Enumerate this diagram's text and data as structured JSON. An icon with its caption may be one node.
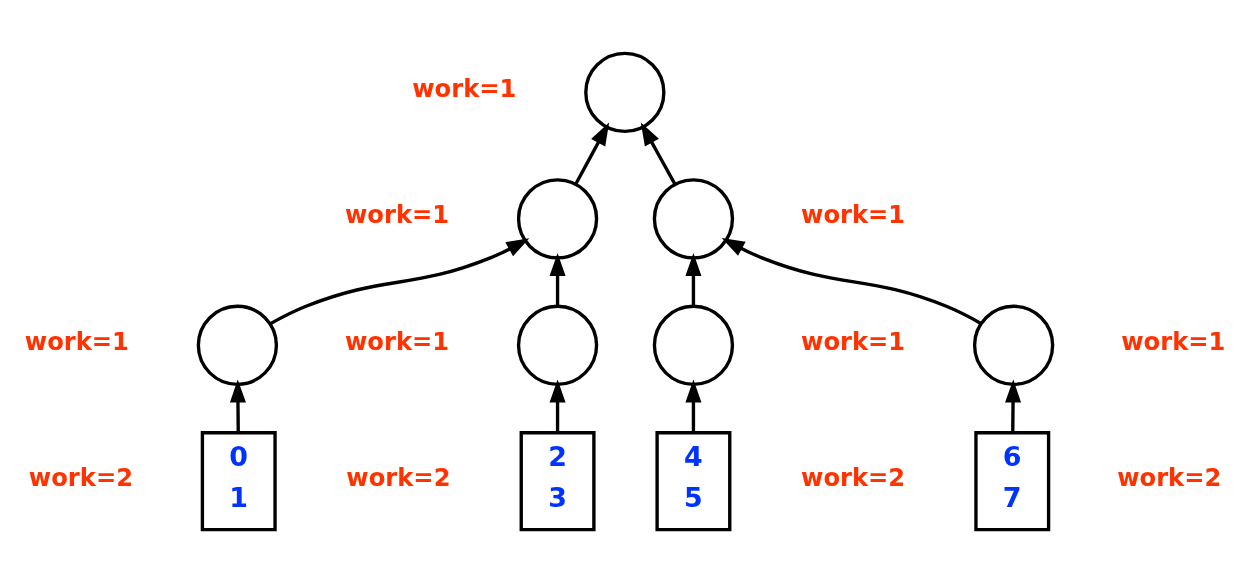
{
  "diagram": {
    "nodes": [
      {
        "text": [],
        "shape": "circle",
        "beside": [
          "work=1"
        ]
      },
      {
        "text": [],
        "shape": "circle",
        "beside": [
          "work=1"
        ]
      },
      {
        "text": [],
        "shape": "circle",
        "beside": [
          "work=1"
        ]
      },
      {
        "text": [],
        "shape": "circle",
        "beside": [
          "work=1"
        ]
      },
      {
        "text": [],
        "shape": "circle",
        "beside": [
          "work=1"
        ]
      },
      {
        "text": [],
        "shape": "circle",
        "beside": [
          "work=1"
        ]
      },
      {
        "text": [],
        "shape": "circle",
        "beside": [
          "work=1"
        ]
      },
      {
        "text": [
          "0",
          "1"
        ],
        "beside": [
          "work=2"
        ]
      },
      {
        "text": [
          "2",
          "3"
        ],
        "beside": [
          "work=2"
        ]
      },
      {
        "text": [
          "4",
          "5"
        ],
        "beside": [
          "work=2"
        ]
      },
      {
        "text": [
          "6",
          "7"
        ],
        "beside": [
          "work=2"
        ]
      }
    ],
    "edges": [
      {
        "from": 1,
        "to": 0,
        "arrow": "to"
      },
      {
        "from": 2,
        "to": 0,
        "arrow": "to"
      },
      {
        "from": 3,
        "to": 1,
        "arrow": "to"
      },
      {
        "from": 4,
        "to": 1,
        "arrow": "to"
      },
      {
        "from": 5,
        "to": 2,
        "arrow": "to"
      },
      {
        "from": 6,
        "to": 2,
        "arrow": "to"
      },
      {
        "from": 7,
        "to": 3,
        "arrow": "to"
      },
      {
        "from": 8,
        "to": 4,
        "arrow": "to"
      },
      {
        "from": 9,
        "to": 5,
        "arrow": "to"
      },
      {
        "from": 10,
        "to": 6,
        "arrow": "to"
      }
    ]
  }
}
